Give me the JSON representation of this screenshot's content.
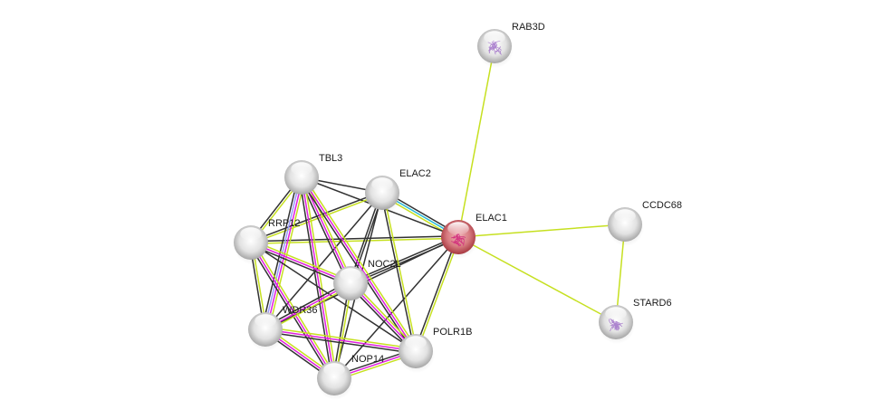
{
  "diagram": {
    "type": "protein-interaction-network",
    "edge_colors": {
      "textmining": "#c6e020",
      "coexpression": "#323232",
      "experiments": "#e01fe0",
      "databases": "#25b6d6",
      "homology": "#9a9aff"
    },
    "node_colors": {
      "query": "#c45a62",
      "default": "#d8d8d8"
    },
    "nodes": [
      {
        "id": "RAB3D",
        "label": "RAB3D",
        "query": false,
        "structure": true
      },
      {
        "id": "TBL3",
        "label": "TBL3",
        "query": false,
        "structure": false
      },
      {
        "id": "ELAC2",
        "label": "ELAC2",
        "query": false,
        "structure": false
      },
      {
        "id": "RRP12",
        "label": "RRP12",
        "query": false,
        "structure": false
      },
      {
        "id": "ELAC1",
        "label": "ELAC1",
        "query": true,
        "structure": true
      },
      {
        "id": "CCDC68",
        "label": "CCDC68",
        "query": false,
        "structure": false
      },
      {
        "id": "NOC2L",
        "label": "NOC2L",
        "query": false,
        "structure": false
      },
      {
        "id": "WDR36",
        "label": "WDR36",
        "query": false,
        "structure": false
      },
      {
        "id": "POLR1B",
        "label": "POLR1B",
        "query": false,
        "structure": false
      },
      {
        "id": "NOP14",
        "label": "NOP14",
        "query": false,
        "structure": false
      },
      {
        "id": "STARD6",
        "label": "STARD6",
        "query": false,
        "structure": true
      }
    ],
    "edges": [
      {
        "source": "ELAC1",
        "target": "RAB3D",
        "types": [
          "textmining"
        ]
      },
      {
        "source": "ELAC1",
        "target": "CCDC68",
        "types": [
          "textmining"
        ]
      },
      {
        "source": "ELAC1",
        "target": "STARD6",
        "types": [
          "textmining"
        ]
      },
      {
        "source": "CCDC68",
        "target": "STARD6",
        "types": [
          "textmining"
        ]
      },
      {
        "source": "ELAC1",
        "target": "ELAC2",
        "types": [
          "textmining",
          "databases",
          "coexpression"
        ]
      },
      {
        "source": "ELAC1",
        "target": "TBL3",
        "types": [
          "coexpression"
        ]
      },
      {
        "source": "ELAC1",
        "target": "RRP12",
        "types": [
          "textmining",
          "coexpression"
        ]
      },
      {
        "source": "ELAC1",
        "target": "NOC2L",
        "types": [
          "coexpression",
          "coexpression"
        ]
      },
      {
        "source": "ELAC1",
        "target": "POLR1B",
        "types": [
          "textmining",
          "coexpression"
        ]
      },
      {
        "source": "ELAC1",
        "target": "NOP14",
        "types": [
          "coexpression"
        ]
      },
      {
        "source": "ELAC1",
        "target": "WDR36",
        "types": [
          "coexpression"
        ]
      },
      {
        "source": "ELAC2",
        "target": "TBL3",
        "types": [
          "coexpression"
        ]
      },
      {
        "source": "ELAC2",
        "target": "RRP12",
        "types": [
          "textmining",
          "coexpression"
        ]
      },
      {
        "source": "ELAC2",
        "target": "NOC2L",
        "types": [
          "coexpression",
          "coexpression"
        ]
      },
      {
        "source": "ELAC2",
        "target": "POLR1B",
        "types": [
          "textmining",
          "coexpression"
        ]
      },
      {
        "source": "ELAC2",
        "target": "WDR36",
        "types": [
          "coexpression"
        ]
      },
      {
        "source": "ELAC2",
        "target": "NOP14",
        "types": [
          "coexpression"
        ]
      },
      {
        "source": "TBL3",
        "target": "RRP12",
        "types": [
          "textmining",
          "coexpression"
        ]
      },
      {
        "source": "TBL3",
        "target": "NOC2L",
        "types": [
          "textmining",
          "experiments",
          "coexpression"
        ]
      },
      {
        "source": "TBL3",
        "target": "WDR36",
        "types": [
          "textmining",
          "experiments",
          "homology",
          "coexpression"
        ]
      },
      {
        "source": "TBL3",
        "target": "POLR1B",
        "types": [
          "textmining",
          "experiments",
          "coexpression"
        ]
      },
      {
        "source": "TBL3",
        "target": "NOP14",
        "types": [
          "textmining",
          "experiments",
          "coexpression"
        ]
      },
      {
        "source": "RRP12",
        "target": "NOC2L",
        "types": [
          "textmining",
          "experiments",
          "coexpression"
        ]
      },
      {
        "source": "RRP12",
        "target": "WDR36",
        "types": [
          "textmining",
          "coexpression"
        ]
      },
      {
        "source": "RRP12",
        "target": "POLR1B",
        "types": [
          "coexpression"
        ]
      },
      {
        "source": "RRP12",
        "target": "NOP14",
        "types": [
          "textmining",
          "experiments",
          "coexpression"
        ]
      },
      {
        "source": "NOC2L",
        "target": "WDR36",
        "types": [
          "textmining",
          "experiments",
          "coexpression"
        ]
      },
      {
        "source": "NOC2L",
        "target": "POLR1B",
        "types": [
          "textmining",
          "experiments",
          "coexpression"
        ]
      },
      {
        "source": "NOC2L",
        "target": "NOP14",
        "types": [
          "textmining",
          "coexpression"
        ]
      },
      {
        "source": "WDR36",
        "target": "POLR1B",
        "types": [
          "textmining",
          "experiments",
          "coexpression"
        ]
      },
      {
        "source": "WDR36",
        "target": "NOP14",
        "types": [
          "textmining",
          "experiments",
          "coexpression"
        ]
      },
      {
        "source": "POLR1B",
        "target": "NOP14",
        "types": [
          "textmining",
          "experiments",
          "coexpression"
        ]
      }
    ]
  }
}
